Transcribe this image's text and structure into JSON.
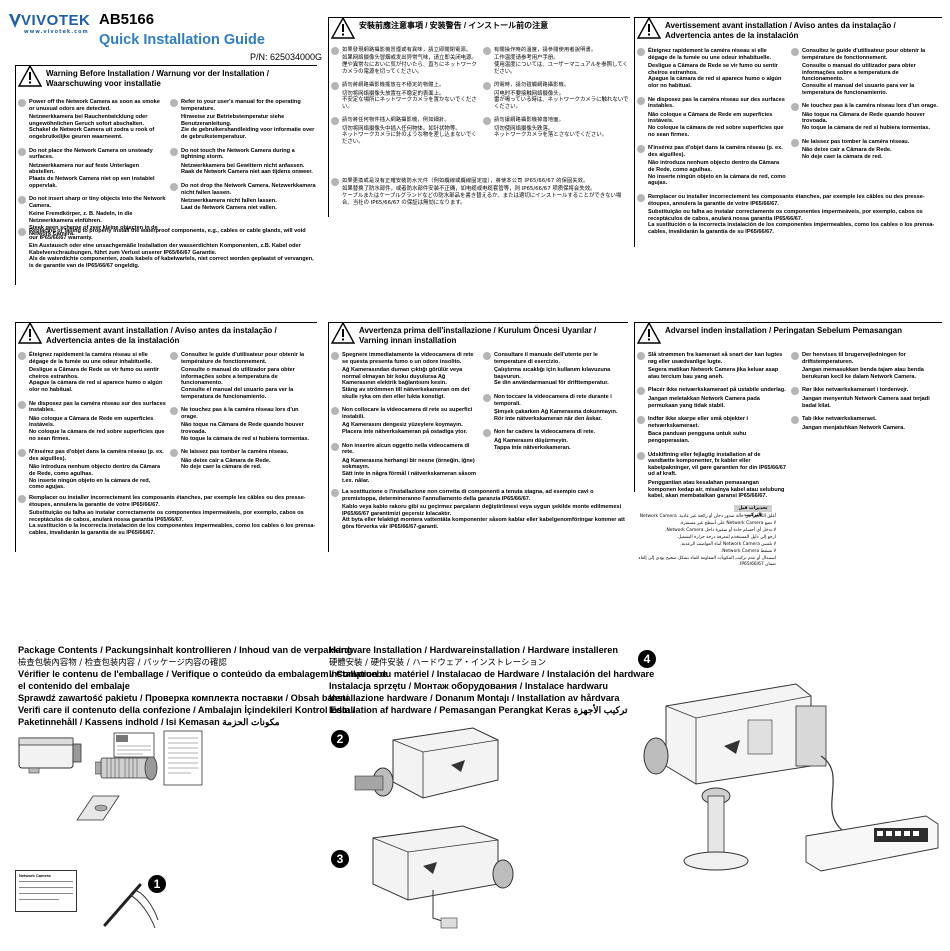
{
  "header": {
    "brand": "VIVOTEK",
    "brand_sub": "www.vivotek.com",
    "model": "AB5166",
    "guide_title": "Quick Installation Guide",
    "part_number": "P/N: 625034000G",
    "brand_color": "#1f5fa8",
    "accent_color": "#2f7ec4"
  },
  "warning_en": {
    "title": "Warning Before Installation / Warnung vor der Installation / Waarschuwing voor installatie",
    "left": [
      {
        "bold": "Power off the Network Camera as soon as smoke or unusual odors are detected.",
        "rest": "Netzwerkkamera bei Rauchentwicklung oder ungewöhnlichen Geruch sofort abschalten.\nSchakel de Network Camera uit zodra u rook of ongebruikelijke geuren waarneemt."
      },
      {
        "bold": "Do not place the Network Camera on unsteady surfaces.",
        "rest": "Netzwerkkamera nur auf feste Unterlagen abstellen.\nPlaats de Network Camera niet op een instabiel oppervlak."
      },
      {
        "bold": "Do not insert sharp or tiny objects into the Network Camera.",
        "rest": "Keine Fremdkörper, z. B. Nadeln, in die Netzwerkkamera einführen.\nSteek geen scherpe of zeer kleine objecten in de Network Camera."
      }
    ],
    "right": [
      {
        "bold": "Refer to your user's manual for the operating temperature.",
        "rest": "Hinweise zur Betriebstemperatur siehe Benutzeranleitung.\nZie de gebruikershandleiding voor informatie over de gebruikstemperatuur."
      },
      {
        "bold": "Do not touch the Network Camera during a tightning storm.",
        "rest": "Netzwerkkamera bei Gewittern nicht anfassen.\nRaak de Network Camera niet aan tijdens onweer."
      },
      {
        "bold": "Do not drop the Network Camera. Netzwerkkamera nicht fallen lassen.",
        "rest": "Netzwerkkamera nicht fallen lassen.\nLaat de Network Camera niet vallen."
      }
    ],
    "full": {
      "bold": "Replacing or failing to properly install the waterproof components, e.g., cables or cable glands, will void our IP65/66/67 warranty.",
      "rest": "Ein Austausch oder eine unsachgemäße Installation der wasserdichten Komponenten, z.B. Kabel oder Kabelverschraubungen, führt zum Verlust unserer IP65/66/67 Garantie.\nAls de waterdichte componenten, zoals kabels of kabelwartels, niet correct worden geplaatst of vervangen, is de garantie van de IP65/66/67 ongeldig."
    }
  },
  "warning_cjk": {
    "title": "安裝前應注意事項 / 安装警告 / インストール前の注意",
    "left": [
      {
        "bold": "如果發現網路攝影機冒煙或有異味，請立即關閉電源。",
        "rest": "如果网络摄像头冒烟或发出异常气味，请立即关闭电源。\n煙や異常なにおいに気が付いたら、直ちにネットワークカメラの電源を切ってください。"
      },
      {
        "bold": "請勿將網路攝影機擺放在不穩定的物體上。",
        "rest": "切勿将网络摄像头放置在不稳定的表面上。\n不安定な場所にネットワークカメラを置かないでください。"
      },
      {
        "bold": "請勿將任何物件插入網路攝影機，例如細針。",
        "rest": "切勿将网络摄像头中插入任何物体。如针状物等。\nネットワークカメラに針のような物を差し込まないでください。"
      }
    ],
    "right": [
      {
        "bold": "有關操作時的溫度，請參閱使用者說明書。",
        "rest": "工作温度请参考用户手册。\n使用温度については、ユーザーマニュアルを参照してください。"
      },
      {
        "bold": "閃電時，請勿碰觸網路攝影機。",
        "rest": "闪电时不要接触网络摄像头。\n雷が鳴っている時は、ネットワークカメラに触れないでください。"
      },
      {
        "bold": "請勿讓網路攝影機掉落地面。",
        "rest": "切勿使网络摄像头跌落。\nネットワークカメラを落とさないでください。"
      }
    ],
    "full": {
      "bold": "如果更換或是沒有正確安裝防水元件（例如纜線或纜線固定座），將使本公司 IP65/66/67 的保固失效。",
      "rest": "如果替换了防水部件，或者防水部件安装不正确，如电缆或电缆套管等，则 IP65/66/67 项质保将会失效。\nケーブルまたはケーブルグランドなどの防水部品を書き替えるか、または適切にインストールすることができない場合、当社の IP65/66/67 の保証は無効になります。"
    }
  },
  "warning_fr_top": {
    "title": "Avertissement avant installation / Aviso antes da instalação / Advertencia antes de la instalación",
    "left": [
      {
        "bold": "Éteignez rapidement la caméra réseau si elle dégage de la fumée ou une odeur inhabituelle.",
        "rest": "Desligue a Câmara de Rede se vir fumo ou sentir cheiros estranhos.\nApague la cámara de red si aparece humo o algún olor no habitual."
      },
      {
        "bold": "Ne disposez pas la caméra réseau sur des surfaces instables.",
        "rest": "Não coloque a Câmara de Rede em superfícies instáveis.\nNo coloque la cámara de red sobre superficies que no sean firmes."
      },
      {
        "bold": "N'insérez pas d'objet dans la caméra réseau (p. ex. des aiguilles).",
        "rest": "Não introduza nenhum objecto dentro da Câmara de Rede, como agulhas.\nNo inserte ningún objeto en la cámara de red, como agujas."
      }
    ],
    "right": [
      {
        "bold": "Consultez le guide d'utilisateur pour obtenir la température de fonctionnement.",
        "rest": "Consulte o manual do utilizador para obter informações sobre a temperatura de funcionamento.\nConsulte el manual del usuario para ver la temperatura de funcionamiento."
      },
      {
        "bold": "Ne touchez pas à la caméra réseau lors d'un orage.",
        "rest": "Não toque na Câmara de Rede quando houver trovoada.\nNo toque la cámara de red si hubiera tormentas."
      },
      {
        "bold": "Ne laissez pas tomber la caméra réseau.",
        "rest": "Não deixe cair a Câmara de Rede.\nNo deje caer la cámara de red."
      }
    ],
    "full": {
      "bold": "Remplacer ou installer incorrectement les composants étanches, par exemple les câbles ou des presse-étoupes, annulera la garantie de votre IP65/66/67.",
      "rest": "Substituição ou falha ao instalar correctamente os componentes impermeáveis, por exemplo, cabos os receptáculos de cabos, anulará nossa garantia IP65/66/67.\nLa sustitución o la incorrecta instalación de los componentes impermeables, como los cables o los prensa-cables, invalidarán la garantía de su IP65/66/67."
    }
  },
  "warning_fr_mid": {
    "title": "Avertissement avant installation / Aviso antes da instalação / Advertencia antes de la instalación",
    "left": [
      {
        "bold": "Éteignez rapidement la caméra réseau si elle dégage de la fumée ou une odeur inhabituelle.",
        "rest": "Desligue a Câmara de Rede se vir fumo ou sentir cheiros estranhos.\nApague la cámara de red si aparece humo o algún olor no habitual."
      },
      {
        "bold": "Ne disposez pas la caméra réseau sur des surfaces instables.",
        "rest": "Não coloque a Câmara de Rede em superfícies instáveis.\nNo coloque la cámara de red sobre superficies que no sean firmes."
      },
      {
        "bold": "N'insérez pas d'objet dans la caméra réseau (p. ex. des aiguilles).",
        "rest": "Não introduza nenhum objecto dentro da Câmara de Rede, como agulhas.\nNo inserte ningún objeto en la cámara de red, como agujas."
      }
    ],
    "right": [
      {
        "bold": "Consultez le guide d'utilisateur pour obtenir la température de fonctionnement.",
        "rest": "Consulte o manual do utilizador para obter informações sobre a temperatura de funcionamento.\nConsulte el manual del usuario para ver la temperatura de funcionamiento."
      },
      {
        "bold": "Ne touchez pas à la caméra réseau lors d'un orage.",
        "rest": "Não toque na Câmara de Rede quando houver trovoada.\nNo toque la cámara de red si hubiera tormentas."
      },
      {
        "bold": "Ne laissez pas tomber la caméra réseau.",
        "rest": "Não deixe cair a Câmara de Rede.\nNo deje caer la cámara de red."
      }
    ],
    "full": {
      "bold": "Remplacer ou installer incorrectement les composants étanches, par exemple les câbles ou des presse-étoupes, annulera la garantie de votre IP65/66/67.",
      "rest": "Substituição ou falha ao instalar correctamente os componentes impermeáveis, por exemplo, cabos os receptáculos de cabos, anulará nossa garantia IP65/66/67.\nLa sustitución o la incorrecta instalación de los componentes impermeables, como los cables o los prensa-cables, invalidarán la garantía de su IP65/66/67."
    }
  },
  "warning_it": {
    "title": "Avvertenza prima dell'installazione / Kurulum Öncesi Uyarılar / Varning innan installation",
    "left": [
      {
        "bold": "Spegnere immediatamente la videocamera di rete se questa presenta fumo o un odore insolito.",
        "rest": "Ağ Kamerasından duman çıktığı görülür veya normal olmayan bir koku duyulursa Ağ Kamerasının elektrik bağlantısını kesin.\nStäng av strömmen till nätverkskameran om det skulle ryka om den eller lukta konstigt."
      },
      {
        "bold": "Non collocare la videocamera di rete su superfici instabili.",
        "rest": "Ağ Kamerasını dengesiz yüzeylere koymayın.\nPlacera inte nätverkskameran på ostadiga ytor."
      },
      {
        "bold": "Non inserire alcun oggetto nella videocamera di rete.",
        "rest": "Ağ Kamerasına herhangi bir nesne (örneğin, iğne) sokmayın.\nSätt inte in några förmål i nätverkskameran såsom t.ex. nålar."
      }
    ],
    "right": [
      {
        "bold": "Consultare il manuale dell'utente per le temperature di esercizio.",
        "rest": "Çalıştırma sıcaklığı için kullanım kılavuzuna başvurun.\nSe din användarmanual för drifttemperatur."
      },
      {
        "bold": "Non toccare la videocamera di rete durante i temporali.",
        "rest": "Şimşek çakarken Ağ Kamerasına dokunmayın.\nRör inte nätverkskameran när den åskar."
      },
      {
        "bold": "Non far cadere la videocamera di rete.",
        "rest": "Ağ Kamerasını düşürmeyin.\nTappa inte nätverkskameran."
      }
    ],
    "full": {
      "bold": "La sostituzione o l'installazione non corretta di componenti a tenuta stagna, ad esempio cavi o premistoppa, determineranno l'annullamento della garanzia IP65/66/67.",
      "rest": "Kablo veya kablo rakoru gibi su geçirmez parçaların değiştirilmesi veya uygun şekilde monte edilmemesi IP65/66/67 garantimizi geçersiz kılacaktır.\nAtt byta eller felaktigt montera vattentäta komponenter såsom kablar eller kabelgenomföringar kommer att göra förverka vår IP65/66/67-garanti."
    }
  },
  "warning_da": {
    "title": "Advarsel inden installation / Peringatan Sebelum Pemasangan",
    "left": [
      {
        "bold": "Slå strømmen fra kameraet så snart der kan lugtes røg eller usædvanlige lugte.",
        "rest": "Segera matikan Network Camera jika keluar asap atau tercium bau yang aneh."
      },
      {
        "bold": "Placér ikke netværkskameraet på ustabile underlag.",
        "rest": "Jangan meletakkan Network Camera pada permukaan yang tidak stabil."
      },
      {
        "bold": "Indfør ikke skarpe eller små objekter i netværkskameraet.",
        "rest": "Baca panduan pengguna untuk suhu pengoperasian."
      },
      {
        "bold": "Udskiftning eller fejlagtig installation af de vandtætte komponenter, fx kabler eller kabelpakninger, vil gøre garantien for din IP65/66/67 ud af kraft.",
        "rest": "Penggantian atau kesalahan pemasangan komponen kedap air, misalnya kabel atau selubung kabel, akan membatalkan garansi IP65/66/67."
      }
    ],
    "right": [
      {
        "bold": "Der henvises til brugervejledningen for driftstemperaturen.",
        "rest": "Jangan memasukkan benda tajam atau benda berukuran kecil ke dalam Network Camera."
      },
      {
        "bold": "Rør ikke netværkskameraet i tordenvejr.",
        "rest": "Jangan menyentuh Network Camera saat terjadi badai kilat."
      },
      {
        "bold": "Tab ikke netværkskameraet.",
        "rest": "Jangan menjatuhkan Network Camera."
      }
    ]
  },
  "arabic": {
    "title": "تحذيرات قبل التركيب",
    "lines": [
      "أغلق الكاميرا في حالة صدور دخان أو رائحة غير عادية. Network Camera",
      "لا تضع Network Camera على أسطح غير مستقرة.",
      "لا تدخل أي أجسام حادة أو صغيرة داخل Network Camera.",
      "ارجع إلى دليل المستخدم لمعرفة درجة حرارة التشغيل.",
      "لا تلمس Network Camera أثناء العواصف الرعدية.",
      "لا تسقط Network Camera.",
      "استبدال أو عدم تركيب المكونات المقاومة للماء بشكل صحيح يؤدي إلى إلغاء ضمان IP65/66/67."
    ]
  },
  "package": {
    "heading_lines": [
      "Package Contents / Packungsinhalt kontrollieren / Inhoud van de verpakking",
      "檢查包裝內容物 / 检查包装内容 / パッケージ内容の確認",
      "Vérifier le contenu de l'emballage / Verifique o conteúdo da embalagem / Compruebe",
      "el contenido del embalaje",
      "Sprawdź zawartość pakietu / Проверка комплекта поставки / Obsah balení",
      "Verifi care il contenuto della confezione / Ambalajın İçindekileri Kontrol Edin /",
      "Paketinnehåll / Kassens indhold / Isi Kemasan  مكونات الحزمة"
    ],
    "warranty_card_title": "Network Camera",
    "step": "1"
  },
  "hardware": {
    "heading_lines": [
      "Hardware Installation / Hardwareinstallation / Hardware installeren",
      "硬體安裝 / 硬件安装 / ハードウェア・インストレーション",
      "Installation du matériel / Instalacao de Hardware / Instalación del hardware",
      "Instalacja sprzętu / Монтаж оборудования / Instalace hardwaru",
      "Installazione hardware / Donanım Montajı / Installation av hårdvara",
      "Installation af hardware / Pemasangan Perangkat Keras  تركيب الأجهزة"
    ],
    "steps": [
      "2",
      "3",
      "4"
    ]
  }
}
